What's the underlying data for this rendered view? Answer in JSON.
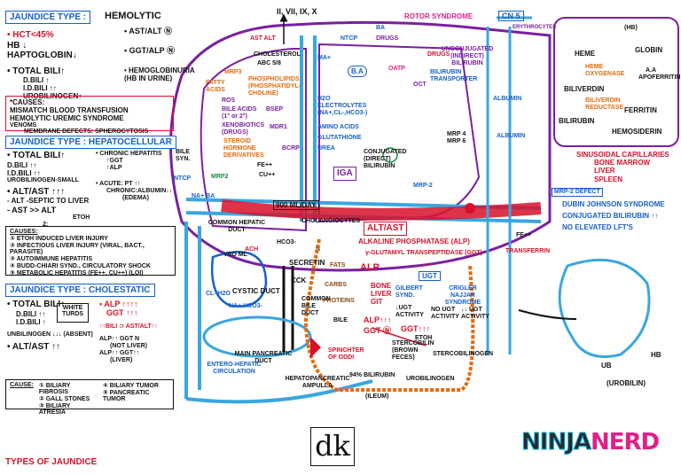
{
  "palette": {
    "red": "#d8102a",
    "blue": "#1560c9",
    "purple": "#7a1fa2",
    "orange": "#e66a0b",
    "pink": "#e0208a",
    "green": "#1a8c3a",
    "brown": "#8a4a14"
  },
  "icons": [
    "hb-rbc-icon",
    "liver-outline-icon",
    "duct-tube-icon",
    "circled-n-icon",
    "up-arrow-icon",
    "down-arrow-icon"
  ],
  "hemolytic": {
    "header": "JAUNDICE TYPE :",
    "type": "HEMOLYTIC",
    "lines": [
      "• HCT<45%",
      "HB ↓",
      "HAPTOGLOBIN↓",
      "• TOTAL BILI↑",
      "D.BILI ↑",
      "I.D.BILI ↑↑",
      "UROBILINOGEN↑"
    ],
    "right": [
      "• AST/ALT Ⓝ",
      "• GGT/ALP Ⓝ",
      "• HEMOGLOBINURIA",
      "(HB IN URINE)"
    ],
    "causes": [
      "*CAUSES:",
      "MISMATCH BLOOD TRANSFUSION",
      "HEMOLYTIC UREMIC SYNDROME",
      "VENOMS",
      "MEMBRANE DEFECTS: SPHEROCYTOSIS"
    ]
  },
  "hepatocellular": {
    "header": "JAUNDICE TYPE :",
    "type": "HEPATOCELLULAR",
    "lines": [
      "• TOTAL BILI↑",
      "D.BILI ↑↑",
      "I.D.BILI ↑↑",
      "UROBILINOGEN-SMALL",
      "• ALT/AST ↑↑↑",
      "- ALT -SEPTIC TO LIVER",
      "- AST >> ALT",
      "ETOH",
      "2:"
    ],
    "right": [
      "• CHRONIC HEPATITIS",
      "↑GGT",
      "↑ALP",
      "• ACUTE: PT ↑↑",
      "CHRONIC:ALBUMIN↓↓",
      "(EDEMA)"
    ],
    "causes_label": "CAUSES:",
    "causes": [
      "① ETOH INDUCED LIVER INJURY",
      "② INFECTIOUS LIVER INJURY (VIRAL, BACT., PARASITE)",
      "③ AUTOIMMUNE HEPATITIS",
      "④ BUDD-CHIARI SYND., CIRCULATORY SHOCK",
      "⑤ METABOLIC HEPATITIS (FE++, CU++) (LOI)"
    ]
  },
  "cholestatic": {
    "header": "JAUNDICE TYPE :",
    "type": "CHOLESTATIC",
    "lines": [
      "• TOTAL BILI↑",
      "D.BILI ↑↑",
      "I.D.BILI ↑",
      "WHITE",
      "TURDS",
      "UNBILINOGEN ↓↓↓ (ABSENT)",
      "• ALT/AST ↑↑"
    ],
    "right": [
      "• ALP ↑↑↑↑",
      "GGT ↑↑↑",
      "↑↑BILI ⊃ AST/ALT↑↑",
      "ALP↑↑ GGT N",
      "(NOT LIVER)",
      "ALP↑↑ GGT↑↑",
      "(LIVER)"
    ],
    "causes_label": "CAUSE:",
    "causes": [
      "① BILIARY FIBROSIS",
      "② GALL STONES",
      "③ BILIARY ATRESIA",
      "④ BILIARY TUMOR",
      "⑤ PANCREATIC TUMOR"
    ]
  },
  "footer_title": "TYPES OF JAUNDICE",
  "diagram": {
    "factors": "II, VII, IX, X",
    "ast_alt": "AST ALT",
    "cholesterol": "CHOLESTEROL",
    "abc": "ABC 5/8",
    "mrp3": "MRP3",
    "phospholipids": "PHOSPHOLIPIDS (PHOSPHATIDYL-CHOLINE)",
    "fatty": "FATTY ACIDS",
    "ros": "ROS",
    "bile_acids": "BILE ACIDS (1° or 2°)",
    "bsep": "BSEP",
    "xeno": "XENOBIOTICS (DRUGS)",
    "mdr1": "MDR1",
    "electrolytes": "H2O ELECTROLYTES (NA+,CL-,HCO3-)",
    "amino": "AMINO ACIDS",
    "glutathione": "GLUTATHIONE",
    "urea": "UREA",
    "steroid": "STEROID HORMONE DERIVATIVES",
    "bcrp": "BCRP",
    "fe": "FE++",
    "cu": "CU++",
    "bile_syn": "BILE SYN.",
    "ntcp": "NTCP",
    "na_ba": "NA+ BA",
    "mrp2": "MRP2",
    "flow": "900 ML/DAY",
    "cholangiocytes": "CHOLANGIOCYTES",
    "common_hepatic": "COMMON HEPATIC DUCT",
    "ba": "BA",
    "ba2": "B.A",
    "ma": "MA+",
    "ntcp2": "NTCP",
    "drugs": "DRUGS",
    "oatp": "OATP",
    "bilirubin_transporter": "BILIRUBIN TRANSPORTER",
    "oct": "OCT",
    "rotor": "ROTOR SYNDROME",
    "unconj": "UNCONJUGATED (INDIRECT) BILIRUBIN",
    "albumin": "ALBUMIN",
    "mrp46": "MRP 4 MRP 6",
    "conj": "CONJUGATED (DIRECT) BILIRUBIN",
    "iga": "IGA",
    "mrp2b": "MRP-2",
    "ugt": "UGT",
    "alt_ast": "ALT/AST",
    "alp_title": "ALKALINE PHOSPHATASE (ALP)",
    "ggt_title": "γ-GLUTAMYL TRANSPEPTIDASE (GGT)",
    "alp": "ALP",
    "bone": "BONE",
    "liver": "LIVER",
    "git": "GIT",
    "gilbert": "GILBERT SYND.",
    "crigler": "CRIGLER NAJJAR SYNDROME",
    "ugt_act": "↓UGT ACTIVITY",
    "no_ugt": "NO UGT ACTIVITY",
    "ugt_act2": "↓↓ UGT ACTIVITY",
    "alp_up": "ALP↑↑↑",
    "ggt_n": "GGT Ⓝ",
    "ggt_up": "GGT↑↑↑",
    "etoh": "ETOH",
    "secretin": "SECRETIN",
    "cck": "CCK",
    "hco3": "HCO3-",
    "cl_h2o": "CL- H2O",
    "nahco3": "NA+ HCO3-",
    "ach": "ACH",
    "vso": "VSO ML",
    "cystic": "CYSTIC DUCT",
    "common_bile": "COMMON BILE DUCT",
    "main_pancreatic": "MAIN PANCREATIC DUCT",
    "bile": "BILE",
    "entero": "ENTERO-HEPATIC CIRCULATION",
    "hepatopancreatic": "HEPATOPANCREATIC AMPULLA",
    "sphincter": "SPINCHTER OF ODDI",
    "bilirubin94": "94% BILIRUBIN",
    "urobilinogen": "UROBILINOGEN",
    "ileum": "(ILEUM)",
    "stercobilin": "STERCOBILIN (BROWN FECES)",
    "stercoblinogen": "STERCOBILINOGEN",
    "fats": "FATS",
    "carbs": "CARBS",
    "proteins": "PROTEINS",
    "n": "N",
    "cn5": "CN 5",
    "hb": "(HB)",
    "heme": "HEME",
    "globin": "GLOBIN",
    "aa": "A.A",
    "apoferritin": "APOFERRITIN",
    "heme_oxy": "HEME OXYGENASE",
    "biliverdin": "BILIVERDIN",
    "biliverdin_red": "BILIVERDIN REDUCTASE",
    "bilirubin": "BILIRUBIN",
    "ferritin": "FERRITIN",
    "hemosiderin": "HEMOSIDERIN",
    "sinusoidal": "SINUSOIDAL CAPILLARIES",
    "bone_marrow": "BONE MARROW",
    "liver2": "LIVER",
    "spleen": "SPLEEN",
    "mrp2_defect": "MRP-2 DEFECT",
    "dubin": "DUBIN JOHNSON SYNDROME",
    "conj_up": "CONJUGATED BILIRUBIN ↑↑",
    "no_elev": "NO ELEVATED LFT'S",
    "fe_trans": "FE++",
    "transferrin": "TRANSFERRIN",
    "ub": "UB",
    "hb2": "HB",
    "urobilin": "(UROBILIN)",
    "erythrocytes": "ERYTHROCYTES"
  }
}
